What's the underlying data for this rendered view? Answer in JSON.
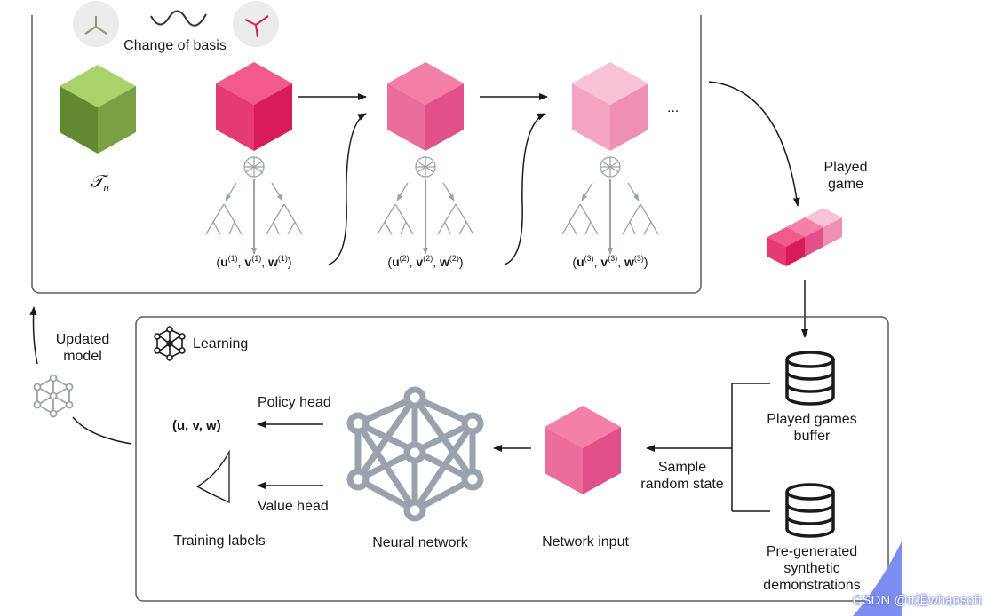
{
  "top_panel": {
    "change_of_basis_label": "Change of basis",
    "tensor_label": "𝒯",
    "tensor_subscript": "n",
    "ellipsis": "...",
    "steps": [
      {
        "index": "1"
      },
      {
        "index": "2"
      },
      {
        "index": "3"
      }
    ]
  },
  "played_game_label": "Played\ngame",
  "updated_model_label": "Updated\nmodel",
  "learning": {
    "title": "Learning",
    "policy_head_label": "Policy head",
    "value_head_label": "Value head",
    "policy_output_label": "(u, v, w)",
    "training_labels": "Training labels",
    "neural_network_label": "Neural network",
    "network_input_label": "Network input",
    "sample_label": "Sample\nrandom state",
    "buffer_label": "Played games\nbuffer",
    "demonstrations_label": "Pre-generated\nsynthetic\ndemonstrations"
  },
  "watermark": "CSDN @tt姐whaosoft",
  "colors": {
    "panel_border": "#5a5a5a",
    "arrow": "#1a1a1a",
    "network_gray": "#9aa3ad",
    "green_top": "#a8d36b",
    "green_left": "#7aa043",
    "green_right": "#3d5a22",
    "pink1_top": "#f25a8c",
    "pink1_left": "#d81b5a",
    "pink1_right": "#e53a72",
    "pink2_top": "#f47fa9",
    "pink2_left": "#e0518a",
    "pink2_right": "#eb6d9b",
    "pink3_top": "#f8b6cf",
    "pink3_left": "#f08fb4",
    "pink3_right": "#f4a3c2",
    "corner_blue": "#7d8ef0"
  }
}
